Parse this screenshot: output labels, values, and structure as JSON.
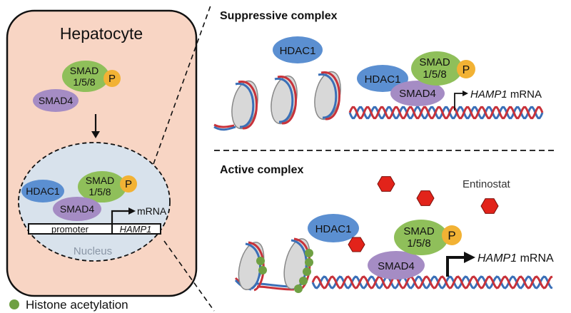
{
  "hepatocyte": {
    "title": "Hepatocyte",
    "smad158_line1": "SMAD",
    "smad158_line2": "1/5/8",
    "phospho": "P",
    "smad4": "SMAD4",
    "nucleus": {
      "label": "Nucleus",
      "hdac1": "HDAC1",
      "smad158_line1": "SMAD",
      "smad158_line2": "1/5/8",
      "phospho": "P",
      "smad4": "SMAD4",
      "mrna": "mRNA",
      "promoter": "promoter",
      "gene": "HAMP1"
    }
  },
  "legend": {
    "histone_acetylation": "Histone acetylation"
  },
  "suppressive": {
    "title": "Suppressive complex",
    "hdac1_free": "HDAC1",
    "hdac1_bound": "HDAC1",
    "smad158_line1": "SMAD",
    "smad158_line2": "1/5/8",
    "phospho": "P",
    "smad4": "SMAD4",
    "gene": "HAMP1",
    "mrna": " mRNA"
  },
  "active": {
    "title": "Active complex",
    "drug": "Entinostat",
    "hdac1": "HDAC1",
    "smad158_line1": "SMAD",
    "smad158_line2": "1/5/8",
    "phospho": "P",
    "smad4": "SMAD4",
    "gene": "HAMP1",
    "mrna": " mRNA"
  },
  "colors": {
    "cell_fill": "#f8d5c4",
    "nucleus_fill": "#d8e2ec",
    "hdac1": "#5b8fd1",
    "smad158": "#8fbf5a",
    "smad4": "#a58cc4",
    "phospho": "#f2b234",
    "entinostat": "#e2231a",
    "dna_red": "#c8323a",
    "dna_blue": "#3a6fb7",
    "acetyl": "#6fa043"
  }
}
